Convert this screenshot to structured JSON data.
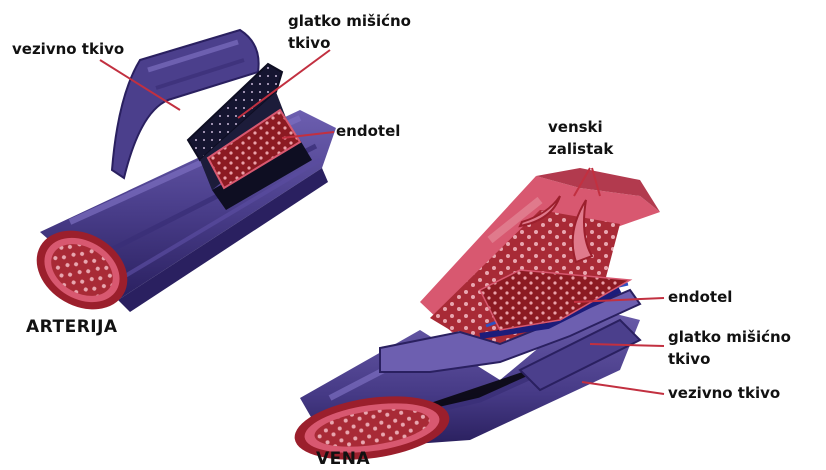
{
  "artery": {
    "title": "ARTERIJA",
    "labels": {
      "connective": "vezivno tkivo",
      "smooth_muscle_line1": "glatko mišićno",
      "smooth_muscle_line2": "tkivo",
      "endothelium": "endotel"
    }
  },
  "vein": {
    "title": "VENA",
    "labels": {
      "valve_line1": "venski",
      "valve_line2": "zalistak",
      "endothelium": "endotel",
      "smooth_muscle_line1": "glatko mišićno",
      "smooth_muscle_line2": "tkivo",
      "connective": "vezivno tkivo"
    }
  },
  "colors": {
    "connective_tissue": "#4b3f8c",
    "connective_dark": "#2a2060",
    "smooth_muscle": "#1c1c3a",
    "endothelium": "#9b1f2c",
    "wall_pink": "#d85870",
    "lumen_blood": "#8c1a22",
    "leader_line": "#c23040"
  }
}
